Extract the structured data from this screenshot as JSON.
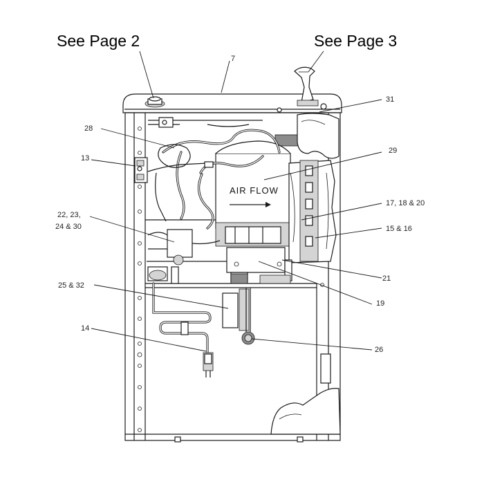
{
  "references": {
    "left": "See Page 2",
    "right": "See Page 3"
  },
  "air_flow_label": "AIR FLOW",
  "callouts": {
    "c7": "7",
    "c31": "31",
    "c28": "28",
    "c29": "29",
    "c13": "13",
    "c22_line1": "22, 23,",
    "c22_line2": "24 & 30",
    "c17": "17, 18 & 20",
    "c15": "15 & 16",
    "c21": "21",
    "c19": "19",
    "c25": "25 & 32",
    "c14": "14",
    "c26": "26"
  },
  "colors": {
    "line": "#1a1a1a",
    "gray_fill": "#d4d4d4",
    "dark_fill": "#8c8c8c",
    "background": "#ffffff"
  }
}
